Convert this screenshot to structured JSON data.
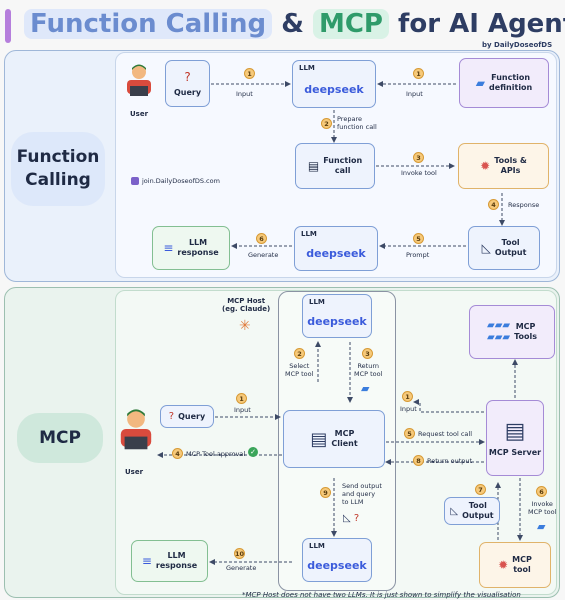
{
  "title": {
    "part1": "Function Calling",
    "amp": "&",
    "part2": "MCP",
    "part3": "for AI Agents"
  },
  "credit": "by DailyDoseofDS",
  "sections": {
    "function_calling": "Function\nCalling",
    "mcp": "MCP"
  },
  "fc": {
    "user": "User",
    "query": "Query",
    "llm_tag": "LLM",
    "deepseek": "deepseek",
    "function_definition": "Function\ndefinition",
    "function_call": "Function\ncall",
    "tools_apis": "Tools &\nAPIs",
    "tool_output": "Tool\nOutput",
    "llm_response": "LLM\nresponse",
    "join": "join.DailyDoseofDS.com",
    "steps": {
      "s1a": "1",
      "input_a": "Input",
      "s1b": "1",
      "input_b": "Input",
      "s2": "2",
      "prepare": "Prepare\nfunction call",
      "s3": "3",
      "invoke": "Invoke tool",
      "s4": "4",
      "response": "Response",
      "s5": "5",
      "prompt": "Prompt",
      "s6": "6",
      "generate": "Generate"
    }
  },
  "mcp": {
    "host": "MCP Host\n(eg. Claude)",
    "user": "User",
    "query": "Query",
    "llm_tag": "LLM",
    "deepseek": "deepseek",
    "mcp_client": "MCP\nClient",
    "mcp_server": "MCP Server",
    "mcp_tools": "MCP\nTools",
    "tool_output": "Tool\nOutput",
    "mcp_tool": "MCP\ntool",
    "llm_response": "LLM\nresponse",
    "steps": {
      "s1a": "1",
      "input_a": "Input",
      "s1b": "1",
      "input_b": "Input",
      "s2": "2",
      "select": "Select\nMCP tool",
      "s3": "3",
      "return_tool": "Return\nMCP tool",
      "s4": "4",
      "approval": "MCP Tool approval",
      "s5": "5",
      "request": "Request tool call",
      "s6": "6",
      "invoke": "Invoke\nMCP tool",
      "s7": "7",
      "s8": "8",
      "return_output": "Return output",
      "s9": "9",
      "send_output": "Send output\nand query\nto LLM",
      "s10": "10",
      "generate": "Generate"
    },
    "note": "*MCP Host does not have two LLMs. It is just shown to simplify the visualisation"
  },
  "colors": {
    "accent_blue": "#3b5bdb",
    "badge": "#f6c97a",
    "fc_bg": "#eaf1fb",
    "mcp_bg": "#eaf3ee"
  },
  "icons": [
    "user-icon",
    "question-icon",
    "whale-icon",
    "folder-icon",
    "code-icon",
    "cloud-gear-icon",
    "chart-icon",
    "document-icon",
    "server-icon",
    "starburst-icon",
    "check-icon"
  ]
}
